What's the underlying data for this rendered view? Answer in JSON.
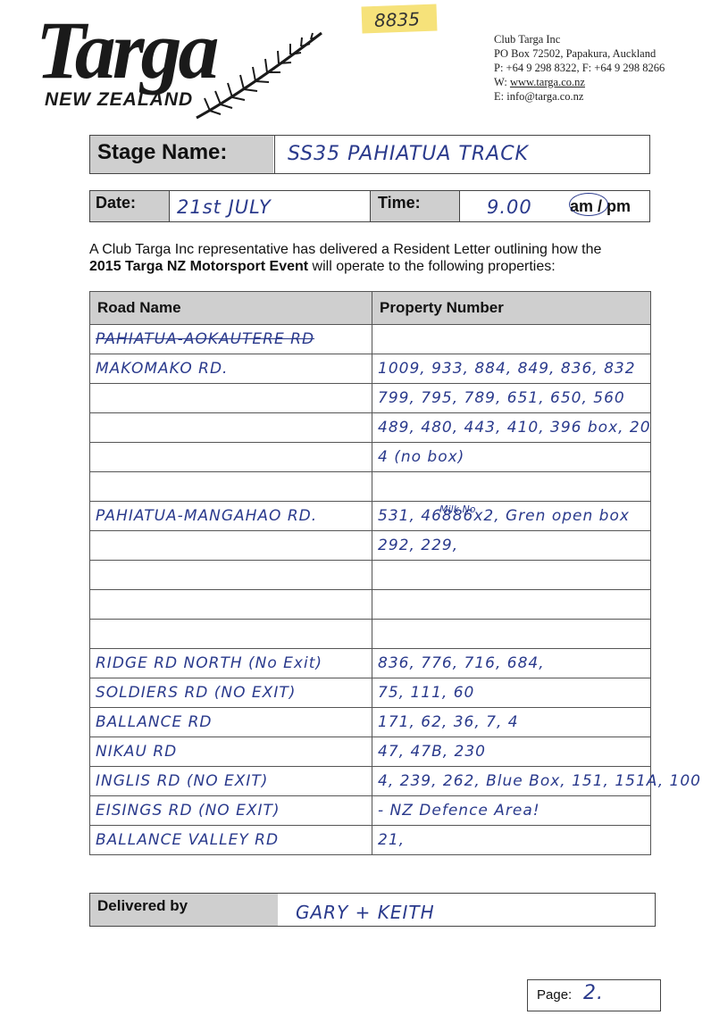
{
  "header": {
    "logo_word": "Targa",
    "logo_sub": "NEW ZEALAND",
    "sticky_note": "8835",
    "contact": {
      "org": "Club Targa Inc",
      "address": "PO Box 72502, Papakura, Auckland",
      "phone": "P: +64 9 298 8322, F: +64 9 298 8266",
      "web_prefix": "W: ",
      "web": "www.targa.co.nz",
      "email_prefix": "E: ",
      "email": "info@targa.co.nz"
    }
  },
  "stage": {
    "label": "Stage Name:",
    "value": "SS35   PAHIATUA  TRACK"
  },
  "datetime": {
    "date_label": "Date:",
    "date_value": "21st JULY",
    "time_label": "Time:",
    "time_value": "9.00",
    "ampm": "am / pm"
  },
  "intro": {
    "line1": "A Club Targa Inc representative has delivered a Resident Letter outlining how the",
    "bold": "2015 Targa NZ Motorsport Event",
    "line2_rest": " will operate to the following properties:"
  },
  "table": {
    "headers": [
      "Road Name",
      "Property Number"
    ],
    "rows": [
      {
        "road": "PAHIATUA-AOKAUTERE RD",
        "props": "",
        "road_struck": true
      },
      {
        "road": "MAKOMAKO RD.",
        "props": "1009, 933, 884, 849, 836, 832"
      },
      {
        "road": "",
        "props": "799, 795, 789, 651, 650, 560"
      },
      {
        "road": "",
        "props": "489, 480, 443, 410, 396 box, 20"
      },
      {
        "road": "",
        "props": "4 (no box)"
      },
      {
        "road": "",
        "props": ""
      },
      {
        "road": "PAHIATUA-MANGAHAO RD.",
        "props": "531, 46886x2, Gren open box"
      },
      {
        "road": "",
        "props": "292, 229,"
      },
      {
        "road": "",
        "props": ""
      },
      {
        "road": "",
        "props": ""
      },
      {
        "road": "",
        "props": ""
      },
      {
        "road": "RIDGE RD NORTH (No Exit)",
        "props": "836, 776, 716, 684,"
      },
      {
        "road": "SOLDIERS RD (NO EXIT)",
        "props": "75, 111, 60"
      },
      {
        "road": "BALLANCE RD",
        "props": "171, 62, 36, 7, 4"
      },
      {
        "road": "NIKAU RD",
        "props": "47, 47B, 230"
      },
      {
        "road": "INGLIS RD (NO EXIT)",
        "props": "4, 239, 262, Blue Box, 151, 151A, 100"
      },
      {
        "road": "EISINGS RD (NO EXIT)",
        "props": "-     NZ Defence Area!"
      },
      {
        "road": "BALLANCE VALLEY RD",
        "props": "21,"
      }
    ],
    "milk_note": "Milk No"
  },
  "delivered": {
    "label": "Delivered by",
    "value": "GARY + KEITH"
  },
  "page": {
    "label": "Page:",
    "value": "2."
  }
}
